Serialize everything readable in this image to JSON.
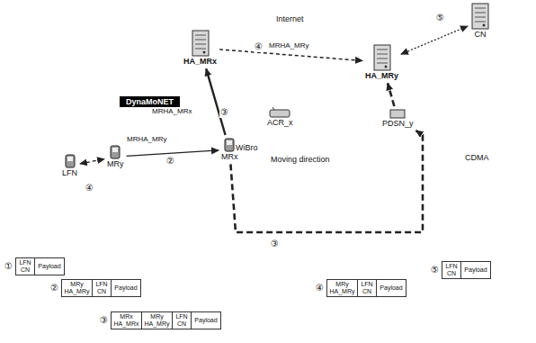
{
  "diagram": {
    "nodes": [
      {
        "text": [
          "DynaMoNET"
        ]
      },
      {
        "text": [
          "LFN"
        ],
        "in": 0
      },
      {
        "text": [
          "MRy"
        ],
        "in": 0
      },
      {
        "text": [
          "MRx"
        ],
        "in": 0
      },
      {
        "text": [
          "Internet"
        ]
      },
      {
        "text": [
          "HA_MRx"
        ],
        "in": 4
      },
      {
        "text": [
          "HA_MRy"
        ],
        "in": 4
      },
      {
        "text": [
          "CN"
        ]
      },
      {
        "text": [
          "ACR_x"
        ]
      },
      {
        "text": [
          "PDSN_y"
        ]
      },
      {
        "text": [
          "WiBro"
        ]
      },
      {
        "text": [
          "CDMA"
        ]
      },
      {
        "text": [
          "LFN CN"
        ]
      },
      {
        "text": [
          "Payload"
        ]
      },
      {
        "text": [
          "MRy HA_MRy"
        ]
      },
      {
        "text": [
          "LFN CN"
        ]
      },
      {
        "text": [
          "Payload"
        ]
      },
      {
        "text": [
          "MRx HA_MRx"
        ]
      },
      {
        "text": [
          "MRy HA_MRy"
        ]
      },
      {
        "text": [
          "LFN CN"
        ]
      },
      {
        "text": [
          "Payload"
        ]
      },
      {
        "text": [
          "MRy HA_MRy"
        ]
      },
      {
        "text": [
          "LFN CN"
        ]
      },
      {
        "text": [
          "Payload"
        ]
      },
      {
        "text": [
          "LFN CN"
        ]
      },
      {
        "text": [
          "Payload"
        ]
      }
    ],
    "edges": [
      {
        "from": 1,
        "to": 2,
        "arrow": "both"
      },
      {
        "from": 2,
        "to": 3,
        "label": "MRHA_MRy",
        "arrow": "to"
      },
      {
        "from": 3,
        "to": 5,
        "label": "MRHA_MRx",
        "arrow": "to"
      },
      {
        "from": 5,
        "to": 6,
        "label": "MRHA_MRy",
        "arrow": "to"
      },
      {
        "from": 6,
        "to": 7,
        "arrow": "both"
      },
      {
        "from": 3,
        "to": 9,
        "arrow": "to"
      },
      {
        "from": 9,
        "to": 6,
        "arrow": "to"
      }
    ],
    "labels": [
      "④",
      "②",
      "③",
      "④",
      "⑤",
      "③",
      "Moving direction",
      "①",
      "②",
      "③",
      "④",
      "⑤"
    ]
  }
}
